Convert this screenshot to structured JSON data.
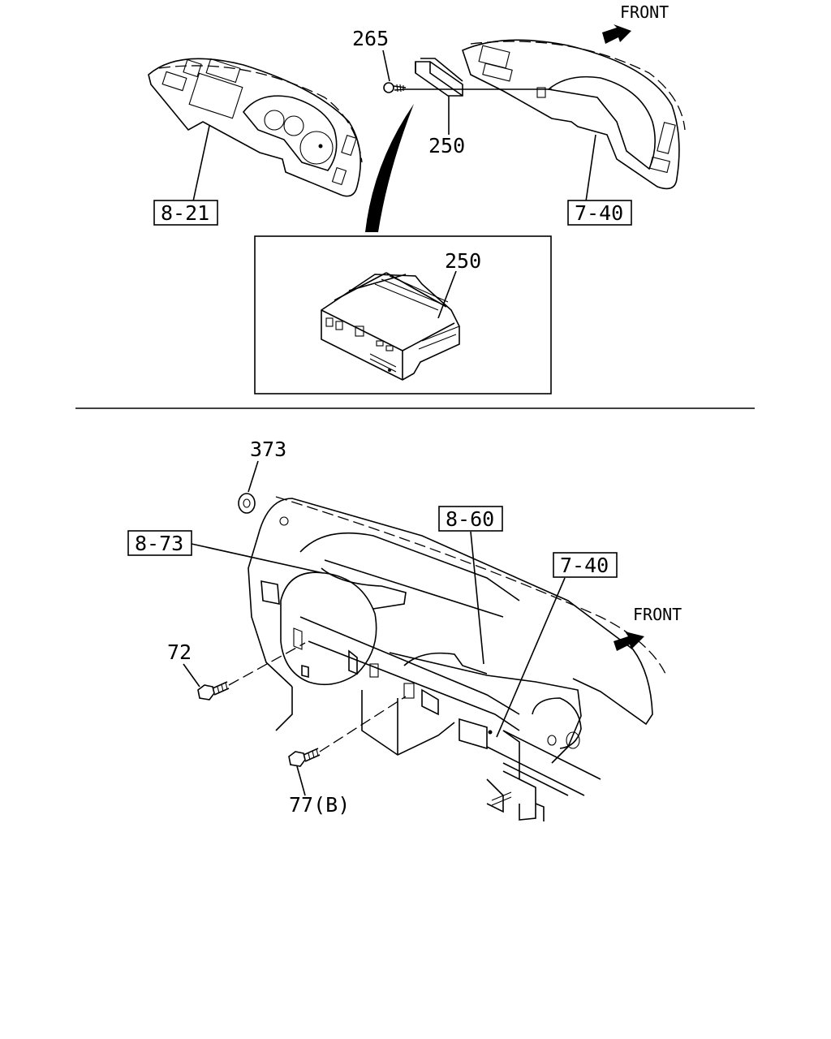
{
  "top_section": {
    "front_label": "FRONT",
    "part_265": "265",
    "part_250_upper": "250",
    "ref_8_21": "8-21",
    "ref_7_40_upper": "7-40",
    "detail_part_250": "250"
  },
  "bottom_section": {
    "part_373": "373",
    "ref_8_60": "8-60",
    "ref_8_73": "8-73",
    "ref_7_40_lower": "7-40",
    "front_label": "FRONT",
    "part_72": "72",
    "part_77b": "77(B)"
  },
  "icons": {
    "front_arrow": "front-arrow-icon"
  }
}
